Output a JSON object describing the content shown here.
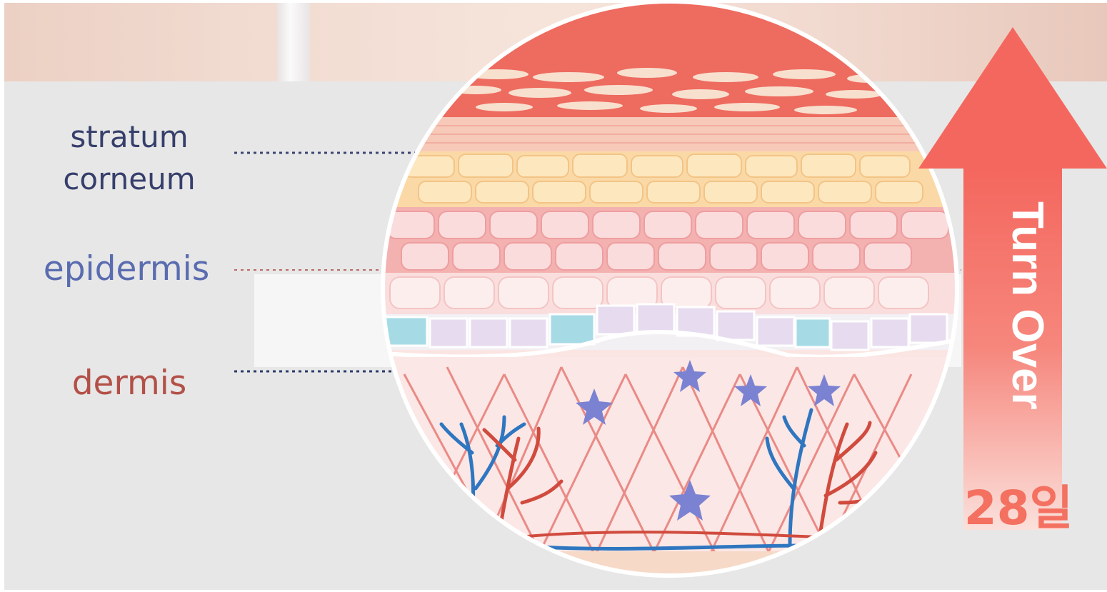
{
  "labels": {
    "stratum_corneum_line1": "stratum",
    "stratum_corneum_line2": "corneum",
    "epidermis": "epidermis",
    "dermis": "dermis"
  },
  "arrow": {
    "text": "Turn Over",
    "days": "28일"
  },
  "colors": {
    "stratum_corneum_label": "#363f6b",
    "epidermis_label": "#5a6cb0",
    "dermis_label": "#b35048",
    "arrow": "#f4675e",
    "days": "#f47060",
    "background": "#e7e7e7"
  },
  "icons": [
    "skin-cross-section-circle",
    "upward-arrow",
    "blood-vessel",
    "fibroblast-star"
  ]
}
